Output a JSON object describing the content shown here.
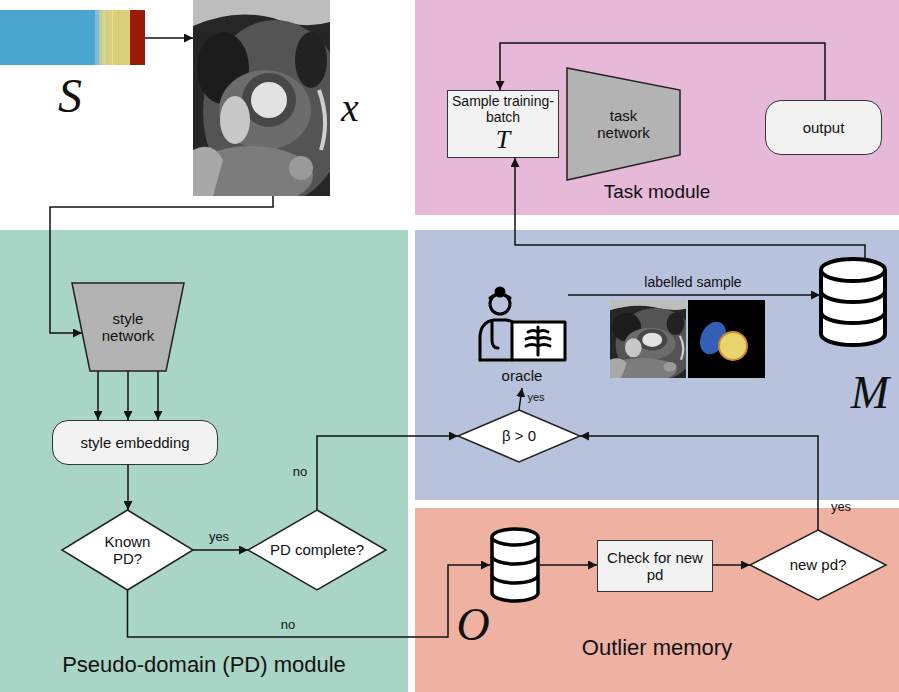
{
  "diagram": {
    "nodes": [
      {
        "text": [
          "S"
        ]
      },
      {
        "text": [
          "x"
        ]
      },
      {
        "text": [
          "Task module"
        ]
      },
      {
        "text": [
          "Sample training-batch",
          "T"
        ],
        "in": 2
      },
      {
        "text": [
          "task network"
        ],
        "in": 2
      },
      {
        "text": [
          "output"
        ],
        "in": 2
      },
      {
        "text": [
          "Pseudo-domain (PD) module"
        ]
      },
      {
        "text": [
          "style network"
        ],
        "in": 6
      },
      {
        "text": [
          "style embedding"
        ],
        "in": 6
      },
      {
        "text": [
          "Known PD?"
        ],
        "in": 6
      },
      {
        "text": [
          "PD complete?"
        ],
        "in": 6
      },
      {
        "text": [
          "oracle"
        ]
      },
      {
        "text": [
          "β > 0"
        ]
      },
      {
        "text": [
          "M"
        ]
      },
      {
        "text": [
          "Outlier memory"
        ]
      },
      {
        "text": [
          "O"
        ],
        "in": 14
      },
      {
        "text": [
          "Check for new pd"
        ],
        "in": 14
      },
      {
        "text": [
          "new pd?"
        ],
        "in": 14
      }
    ],
    "edges": [
      {
        "from": 0,
        "to": 1,
        "arrow": "to"
      },
      {
        "from": 1,
        "to": 7,
        "arrow": "to"
      },
      {
        "from": 7,
        "to": 8,
        "arrow": "to"
      },
      {
        "from": 5,
        "to": 3,
        "arrow": "to"
      },
      {
        "from": 13,
        "to": 3,
        "arrow": "to"
      },
      {
        "from": 8,
        "to": 9,
        "arrow": "to"
      },
      {
        "from": 9,
        "to": 10,
        "arrow": "to",
        "label": "yes"
      },
      {
        "from": 10,
        "to": 12,
        "arrow": "to",
        "label": "no"
      },
      {
        "from": 9,
        "to": 15,
        "arrow": "to",
        "label": "no"
      },
      {
        "from": 15,
        "to": 16,
        "arrow": "to"
      },
      {
        "from": 16,
        "to": 17,
        "arrow": "to"
      },
      {
        "from": 17,
        "to": 12,
        "arrow": "to",
        "label": "yes"
      },
      {
        "from": 12,
        "to": 11,
        "arrow": "to",
        "label": "yes"
      },
      {
        "from": 11,
        "to": 13,
        "arrow": "to",
        "label": "labelled sample"
      }
    ]
  }
}
